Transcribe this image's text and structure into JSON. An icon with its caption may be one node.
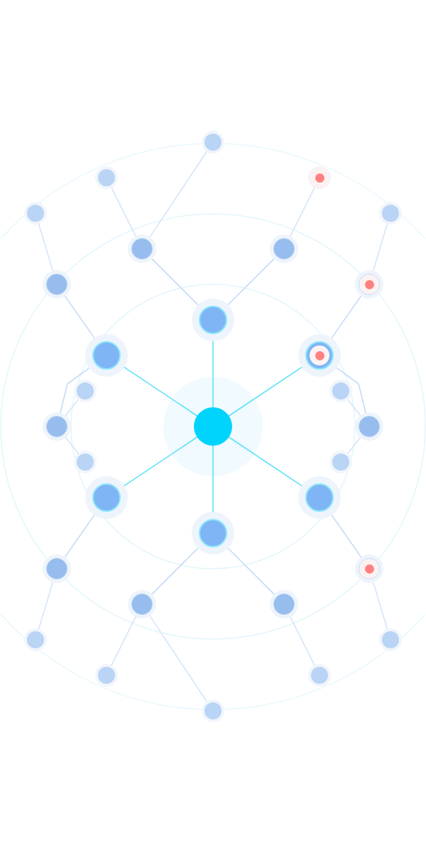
{
  "diagram": {
    "nodes": [
      {
        "text": [],
        "shape": "circle"
      },
      {
        "text": [],
        "shape": "circle"
      },
      {
        "text": [],
        "shape": "circle"
      },
      {
        "text": [],
        "shape": "circle"
      },
      {
        "text": [],
        "shape": "circle"
      },
      {
        "text": [],
        "shape": "circle"
      },
      {
        "text": [],
        "shape": "circle"
      },
      {
        "text": [],
        "shape": "circle"
      },
      {
        "text": [],
        "shape": "circle"
      },
      {
        "text": [],
        "shape": "circle"
      },
      {
        "text": [],
        "shape": "circle"
      },
      {
        "text": [],
        "shape": "circle"
      },
      {
        "text": [],
        "shape": "circle"
      },
      {
        "text": [],
        "shape": "circle"
      },
      {
        "text": [],
        "shape": "circle"
      },
      {
        "text": [],
        "shape": "circle"
      },
      {
        "text": [],
        "shape": "circle"
      },
      {
        "text": [],
        "shape": "circle"
      },
      {
        "text": [],
        "shape": "circle"
      },
      {
        "text": [],
        "shape": "circle"
      },
      {
        "text": [],
        "shape": "circle"
      },
      {
        "text": [],
        "shape": "circle"
      },
      {
        "text": [],
        "shape": "circle"
      },
      {
        "text": [],
        "shape": "circle"
      },
      {
        "text": [],
        "shape": "circle"
      },
      {
        "text": [],
        "shape": "circle"
      },
      {
        "text": [],
        "shape": "circle"
      },
      {
        "text": [],
        "shape": "circle"
      },
      {
        "text": [],
        "shape": "circle"
      },
      {
        "text": [],
        "shape": "circle"
      },
      {
        "text": [],
        "shape": "circle"
      }
    ],
    "edges": [
      {
        "from": 15,
        "to": 9,
        "arrow": "none",
        "color": "#5ce1f8"
      },
      {
        "from": 15,
        "to": 10,
        "arrow": "none",
        "color": "#5ce1f8"
      },
      {
        "from": 15,
        "to": 11,
        "arrow": "none",
        "color": "#5ce1f8"
      },
      {
        "from": 15,
        "to": 19,
        "arrow": "none",
        "color": "#5ce1f8"
      },
      {
        "from": 15,
        "to": 20,
        "arrow": "none",
        "color": "#5ce1f8"
      },
      {
        "from": 15,
        "to": 21,
        "arrow": "none",
        "color": "#5ce1f8"
      },
      {
        "from": 9,
        "to": 5,
        "arrow": "none",
        "color": "#c4dbf8"
      },
      {
        "from": 9,
        "to": 6,
        "arrow": "none",
        "color": "#c4dbf8"
      },
      {
        "from": 10,
        "to": 7,
        "arrow": "none",
        "color": "#c4dbf8"
      },
      {
        "from": 10,
        "to": 14,
        "arrow": "none",
        "color": "#c4dbf8"
      },
      {
        "from": 11,
        "to": 8,
        "arrow": "none",
        "color": "#c4dbf8"
      },
      {
        "from": 11,
        "to": 16,
        "arrow": "none",
        "color": "#c4dbf8"
      },
      {
        "from": 19,
        "to": 22,
        "arrow": "none",
        "color": "#c4dbf8"
      },
      {
        "from": 20,
        "to": 23,
        "arrow": "none",
        "color": "#c4dbf8"
      },
      {
        "from": 21,
        "to": 24,
        "arrow": "none",
        "color": "#c4dbf8"
      },
      {
        "from": 21,
        "to": 25,
        "arrow": "none",
        "color": "#c4dbf8"
      },
      {
        "from": 5,
        "to": 0,
        "arrow": "none"
      },
      {
        "from": 5,
        "to": 1,
        "arrow": "none"
      },
      {
        "from": 6,
        "to": 2,
        "arrow": "none"
      },
      {
        "from": 7,
        "to": 3,
        "arrow": "none"
      },
      {
        "from": 8,
        "to": 4,
        "arrow": "none"
      },
      {
        "from": 14,
        "to": 12,
        "arrow": "none"
      },
      {
        "from": 14,
        "to": 17,
        "arrow": "none"
      },
      {
        "from": 16,
        "to": 13,
        "arrow": "none"
      },
      {
        "from": 16,
        "to": 18,
        "arrow": "none"
      },
      {
        "from": 22,
        "to": 26,
        "arrow": "none"
      },
      {
        "from": 23,
        "to": 27,
        "arrow": "none"
      },
      {
        "from": 24,
        "to": 28,
        "arrow": "none"
      },
      {
        "from": 24,
        "to": 30,
        "arrow": "none"
      },
      {
        "from": 25,
        "to": 29,
        "arrow": "none"
      }
    ]
  }
}
